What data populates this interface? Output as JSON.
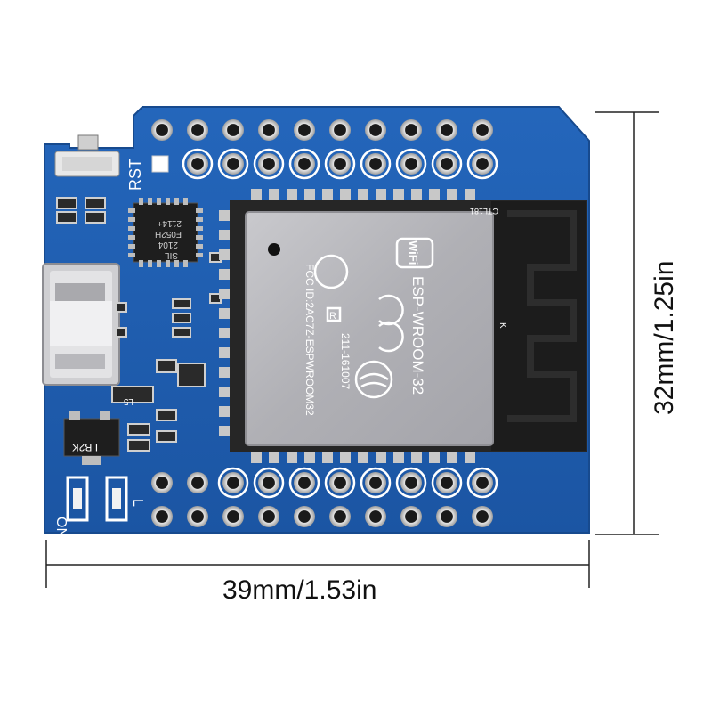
{
  "dimensions": {
    "width_label": "39mm/1.53in",
    "height_label": "32mm/1.25in"
  },
  "board": {
    "rst_label": "RST",
    "on_label": "ON",
    "l_label": "L",
    "chip_top": "2104",
    "chip_mid": "F052H",
    "chip_bottom": "2114+",
    "chip_brand": "SIL",
    "regulator_label": "LB2K",
    "small_label": "L5"
  },
  "module": {
    "name": "ESP-WROOM-32",
    "wifi_logo": "WiFi",
    "fcc_id": "FCC ID:2AC7Z-ESPWROOM32",
    "code": "211-161007",
    "ce_mark": "CE",
    "r_mark": "R",
    "antenna_mark": "K",
    "antenna_text": "CTL181"
  },
  "colors": {
    "pcb": "#1f5fb3",
    "pcb_edge": "#1a4f96",
    "module_shield": "#b8b8bc",
    "module_base": "#2a2a2a",
    "pad": "#d8d8d8",
    "silk": "#ffffff"
  }
}
